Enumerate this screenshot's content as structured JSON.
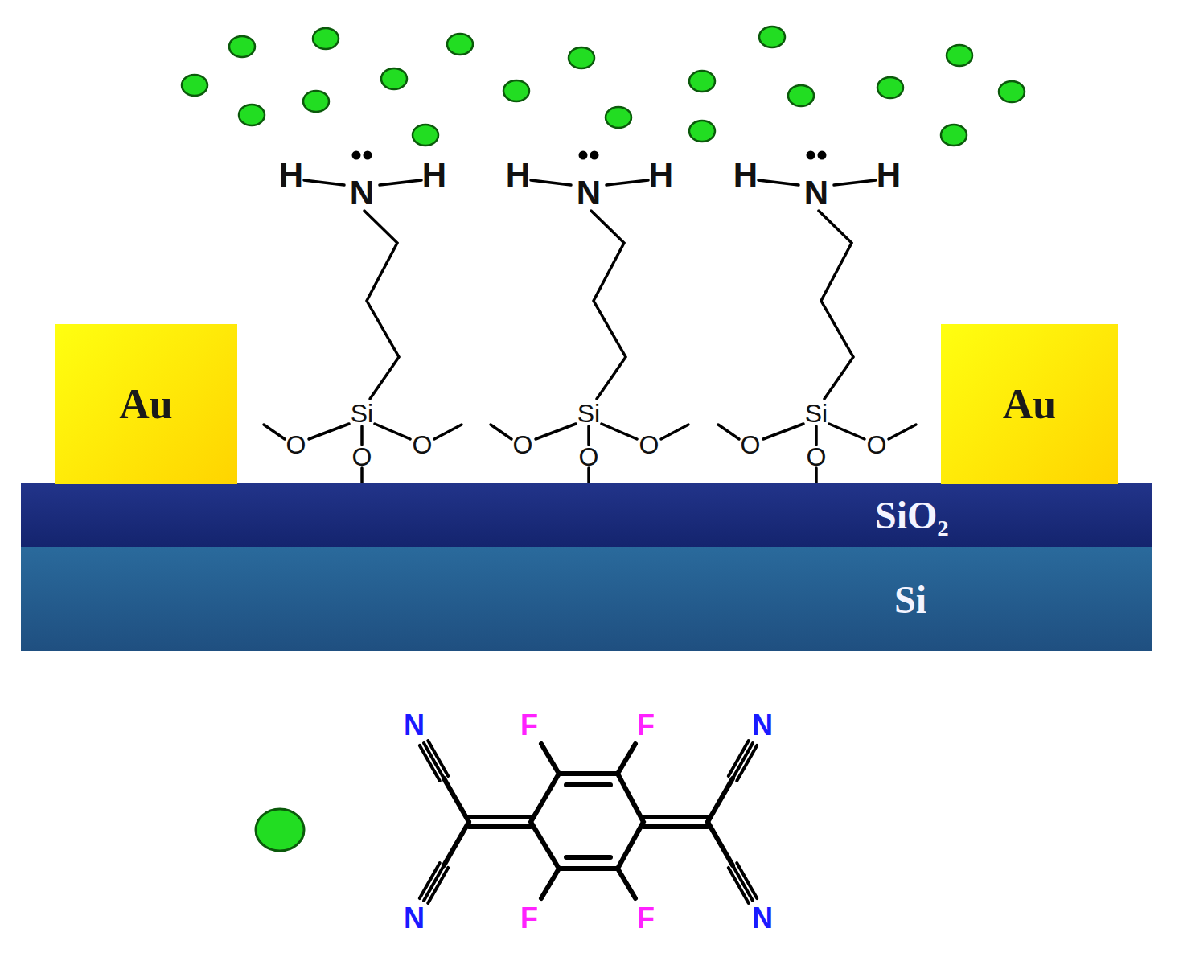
{
  "diagram": {
    "nodes": [
      {
        "text": [
          "Au"
        ]
      },
      {
        "text": [
          "Au"
        ]
      },
      {
        "text": [
          "SiO₂"
        ]
      },
      {
        "text": [
          "Si"
        ]
      }
    ],
    "labels": [
      "H",
      "N",
      "H",
      "Si",
      "O",
      "O",
      "O",
      "H",
      "N",
      "H",
      "Si",
      "O",
      "O",
      "O",
      "H",
      "N",
      "H",
      "Si",
      "O",
      "O",
      "O",
      "N",
      "F",
      "F",
      "N",
      "N",
      "F",
      "F",
      "N"
    ]
  }
}
